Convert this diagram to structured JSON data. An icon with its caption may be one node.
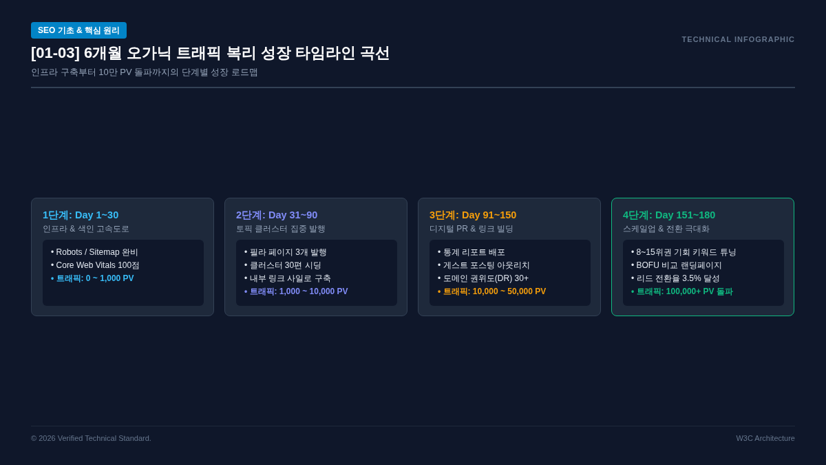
{
  "diagram": {
    "title": "[01-03] 6개월 오가닉 트래픽 복리 성장 타임라인 곡선",
    "nodes": [
      {
        "text": [
          "SEO 기초 & 핵심 원리"
        ]
      },
      {
        "text": [
          "1단계: Day 1~30",
          "인프라 & 색인 고속도로"
        ]
      },
      {
        "text": [
          "• Robots / Sitemap 완비",
          "• Core Web Vitals 100점",
          "• 트래픽: 0 ~ 1,000 PV"
        ],
        "in": 1
      },
      {
        "text": [
          "2단계: Day 31~90",
          "토픽 클러스터 집중 발행"
        ]
      },
      {
        "text": [
          "• 필라 페이지 3개 발행",
          "• 클러스터 30편 시딩",
          "• 내부 링크 사일로 구축",
          "• 트래픽: 1,000 ~ 10,000 PV"
        ],
        "in": 3
      },
      {
        "text": [
          "3단계: Day 91~150",
          "디지털 PR & 링크 빌딩"
        ]
      },
      {
        "text": [
          "• 통계 리포트 배포",
          "• 게스트 포스팅 아웃리치",
          "• 도메인 권위도(DR) 30+",
          "• 트래픽: 10,000 ~ 50,000 PV"
        ],
        "in": 5
      },
      {
        "text": [
          "4단계: Day 151~180",
          "스케일업 & 전환 극대화"
        ]
      },
      {
        "text": [
          "• 8~15위권 기회 키워드 튜닝",
          "• BOFU 비교 랜딩페이지",
          "• 리드 전환율 3.5% 달성",
          "• 트래픽: 100,000+ PV 돌파"
        ],
        "in": 7
      }
    ],
    "labels": [
      "인프라 구축부터 10만 PV 돌파까지의 단계별 성장 로드맵",
      "TECHNICAL INFOGRAPHIC",
      "© 2026 Verified Technical Standard.",
      "W3C Architecture"
    ]
  }
}
